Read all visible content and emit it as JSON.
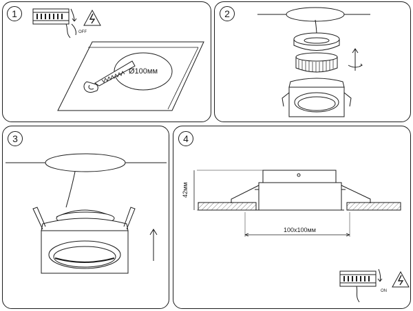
{
  "steps": [
    {
      "number": "1",
      "state_label": "OFF",
      "hole_label": "Ø100мм"
    },
    {
      "number": "2"
    },
    {
      "number": "3"
    },
    {
      "number": "4",
      "height_label": "42мм",
      "size_label": "100x100мм",
      "state_label": "ON"
    }
  ],
  "colors": {
    "line": "#1a1a1a",
    "hatch": "#1a1a1a",
    "background": "#ffffff"
  },
  "icons": [
    "circuit-breaker-icon",
    "high-voltage-icon",
    "saw-icon",
    "rotation-arrow-icon",
    "up-arrow-icon"
  ]
}
